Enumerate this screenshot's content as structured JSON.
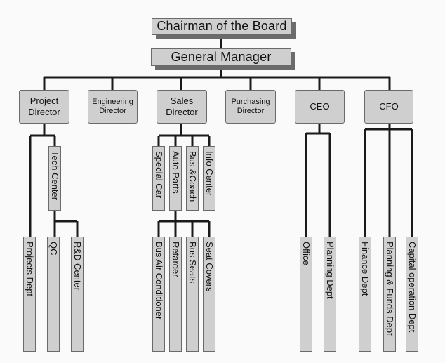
{
  "chart": {
    "chairman": "Chairman of the Board",
    "general_manager": "General Manager",
    "project_director": "Project Director",
    "engineering_director": "Engineering Director",
    "sales_director": "Sales Director",
    "purchasing_director": "Purchasing Director",
    "ceo": "CEO",
    "cfo": "CFO",
    "tech_center": "Tech Center",
    "projects_dept": "Projects Dept",
    "qc": "QC",
    "rd_center": "R&D Center",
    "special_car": "Special Car",
    "auto_parts": "Auto Parts",
    "bus_coach": "Bus &Coach",
    "info_center": "Info Center",
    "bus_air_conditioner": "Bus Air Conditioner",
    "retarder": "Retarder",
    "bus_seats": "Bus Seats",
    "seat_covers": "Seat Covers",
    "office": "Office",
    "planning_dept": "Planning Dept",
    "finance_dept": "Finance Dept",
    "planning_funds_dept": "Planning & Funds Dept",
    "capital_operation_dept": "Capital operation Dept"
  }
}
